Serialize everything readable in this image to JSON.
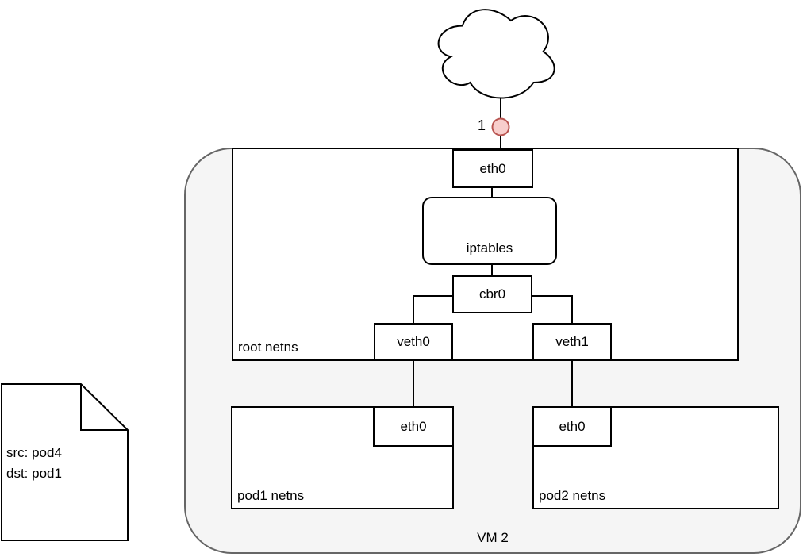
{
  "diagram": {
    "vm": {
      "label": "VM 2"
    },
    "root_netns": {
      "label": "root netns"
    },
    "nodes": {
      "eth0_root": "eth0",
      "iptables": "iptables",
      "cbr0": "cbr0",
      "veth0": "veth0",
      "veth1": "veth1"
    },
    "pods": [
      {
        "label": "pod1 netns",
        "eth": "eth0"
      },
      {
        "label": "pod2 netns",
        "eth": "eth0"
      }
    ],
    "marker": {
      "label": "1"
    },
    "note": {
      "lines": [
        "src: pod4",
        "dst: pod1"
      ]
    },
    "colors": {
      "marker_fill": "#f8cecc",
      "marker_stroke": "#b85450",
      "vm_fill": "#f5f5f5",
      "vm_stroke": "#666666",
      "shape_stroke": "#000000",
      "shape_fill": "#ffffff"
    }
  }
}
